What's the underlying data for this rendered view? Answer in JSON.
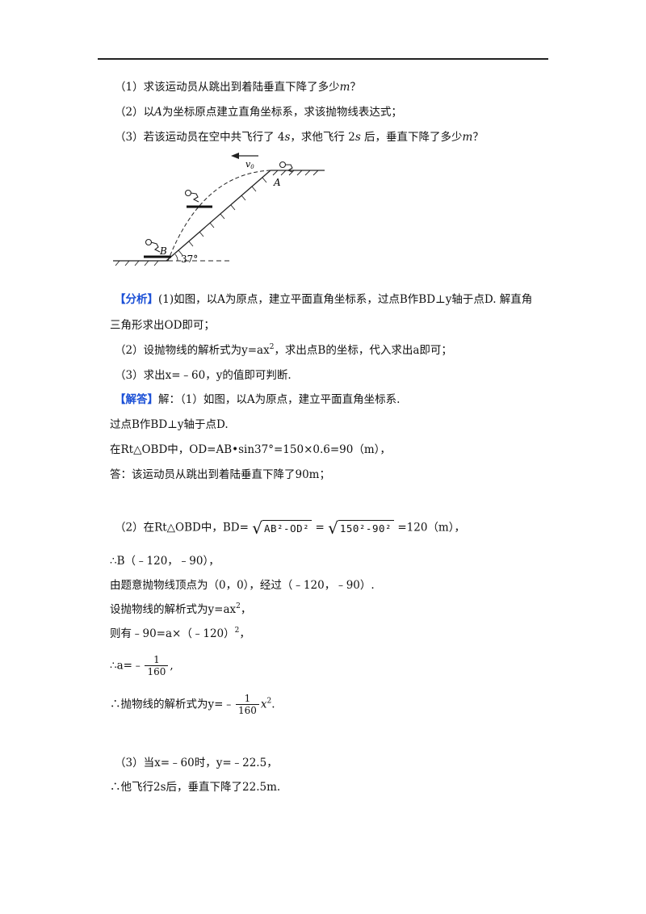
{
  "question": {
    "q1": "（1）求该运动员从跳出到着陆垂直下降了多少",
    "q1_unit": "m",
    "q1_end": "？",
    "q2_pre": "（2）以",
    "q2_A": "A",
    "q2_post": "为坐标原点建立直角坐标系，求该抛物线表达式；",
    "q3_pre": "（3）若该运动员在空中共飞行了 4",
    "q3_s1": "s",
    "q3_mid": "，求他飞行 2",
    "q3_s2": "s",
    "q3_mid2": " 后，垂直下降了多少",
    "q3_m": "m",
    "q3_end": "？"
  },
  "figure": {
    "v0": "v",
    "v0_sub": "0",
    "label_A": "A",
    "label_B": "B",
    "angle": "37°"
  },
  "analysis": {
    "tag": "【分析】",
    "l1": "(1)如图，以A为原点，建立平面直角坐标系，过点B作BD⊥y轴于点D. 解直角",
    "l2": "三角形求出OD即可；",
    "l3_pre": "（2）设抛物线的解析式为y=ax",
    "l3_sup": "2",
    "l3_post": "，求出点B的坐标，代入求出a即可；",
    "l4": "（3）求出x=﹣60，y的值即可判断."
  },
  "solution": {
    "tag": "【解答】",
    "s1": "解：（1）如图，以A为原点，建立平面直角坐标系.",
    "s2": "过点B作BD⊥y轴于点D.",
    "s3": "在Rt△OBD中，OD=AB•sin37°=150×0.6=90（m），",
    "s4": "答：该运动员从跳出到着陆垂直下降了90m；",
    "s5_pre": "（2）在Rt△OBD中，BD=",
    "s5_rad1": "AB²-OD²",
    "s5_eq": "=",
    "s5_rad2": "150²-90²",
    "s5_post": "=120（m），",
    "s6": "∴B（﹣120，﹣90），",
    "s7": "由题意抛物线顶点为（0，0），经过（﹣120，﹣90）.",
    "s8_pre": "设抛物线的解析式为y=ax",
    "s8_sup": "2",
    "s8_post": "，",
    "s9_pre": "则有﹣90=a×（﹣120）",
    "s9_sup": "2",
    "s9_post": "，",
    "s10_pre": "∴a=﹣",
    "s10_num": "1",
    "s10_den": "160",
    "s10_post": ",",
    "s11_pre": "∴抛物线的解析式为y=﹣",
    "s11_num": "1",
    "s11_den": "160",
    "s11_x": "x",
    "s11_sup": "2",
    "s11_post": ".",
    "s12": "（3）当x=﹣60时，y=﹣22.5，",
    "s13": "∴他飞行2s后，垂直下降了22.5m."
  }
}
